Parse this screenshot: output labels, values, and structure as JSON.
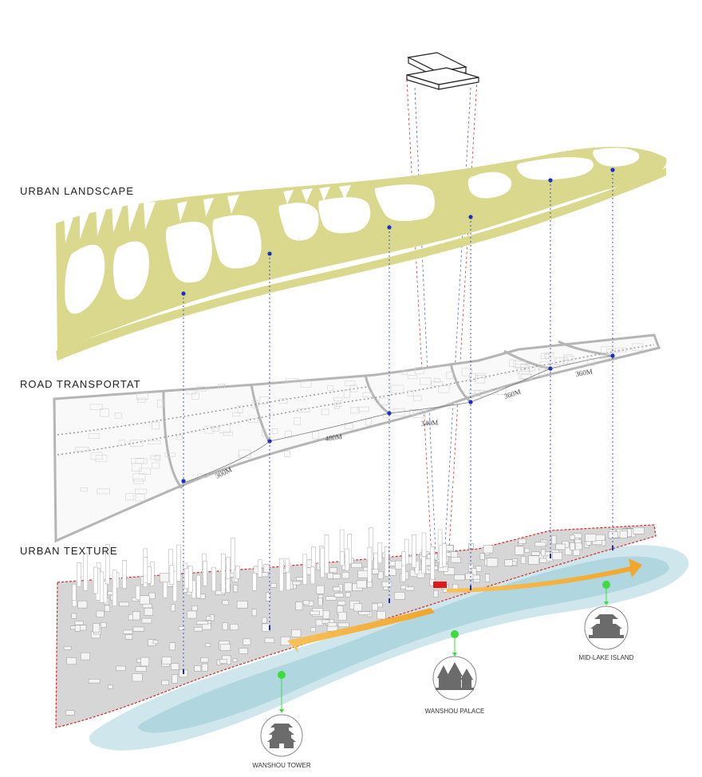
{
  "layers": {
    "landscape": "URBAN  LANDSCAPE",
    "road": "ROAD  TRANSPORTAT",
    "texture": "URBAN  TEXTURE"
  },
  "distances": [
    "300M",
    "480M",
    "340M",
    "360M",
    "360M"
  ],
  "landmarks": [
    {
      "label": "WANSHOU TOWER",
      "icon": "pagoda-icon"
    },
    {
      "label": "WANSHOU PALACE",
      "icon": "temple-icon"
    },
    {
      "label": "MID-LAKE ISLAND",
      "icon": "pavilion-icon"
    }
  ],
  "colors": {
    "landscape": "#d9d88c",
    "road": "#b5b5b5",
    "water": "#b7dce4",
    "water_dark": "#a3cfd8",
    "marker_blue": "#1a2fc9",
    "marker_green": "#3ddc3d",
    "boundary_red": "#d12a2a",
    "arrow": "#f2a52a"
  }
}
